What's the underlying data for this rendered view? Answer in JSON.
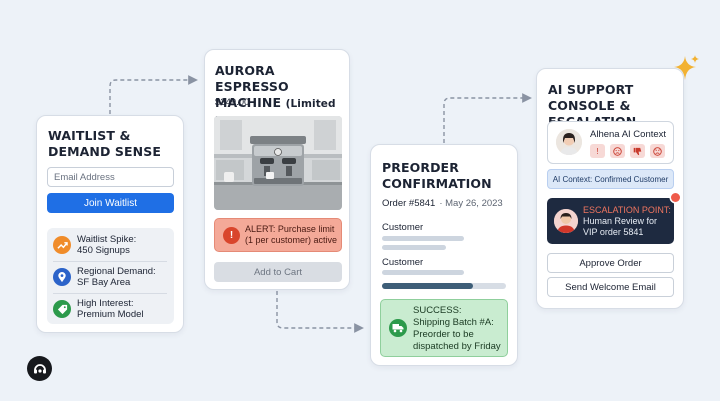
{
  "colors": {
    "background": "#edf2f8",
    "primary_button": "#1f6fe5",
    "alert_bg": "#f4a998",
    "success_bg": "#c9ecd0",
    "escalation_bg": "#1e2a40",
    "escalation_label": "#f0755f",
    "sparkle": "#f2b233"
  },
  "waitlist": {
    "title": "WAITLIST & DEMAND SENSE",
    "email_placeholder": "Email Address",
    "join_label": "Join Waitlist",
    "signals": [
      {
        "icon": "trend-up-icon",
        "color": "#f08c2a",
        "line1": "Waitlist Spike:",
        "line2": "450 Signups"
      },
      {
        "icon": "map-pin-icon",
        "color": "#2c63c9",
        "line1": "Regional Demand:",
        "line2": "SF Bay Area"
      },
      {
        "icon": "tag-icon",
        "color": "#2c9a4b",
        "line1": "High Interest:",
        "line2": "Premium Model"
      }
    ]
  },
  "product": {
    "title": "AURORA ESPRESSO MACHINE",
    "title_suffix": "(Limited Drop)",
    "price": "$249.00",
    "image_icon": "espresso-machine-photo",
    "alert_text_1": "ALERT: Purchase limit",
    "alert_text_2": "(1 per customer) active",
    "cart_label": "Add to Cart"
  },
  "preorder": {
    "title": "PREORDER CONFIRMATION",
    "order_number": "Order #5841",
    "order_date": "· May 26, 2023",
    "customer_label_1": "Customer",
    "customer_label_2": "Customer",
    "progress": 0.73,
    "success_lines": [
      "SUCCESS:",
      "Shipping Batch #A:",
      "Preorder to be",
      "dispatched by Friday"
    ]
  },
  "support": {
    "title": "AI SUPPORT CONSOLE & ESCALATION",
    "context_title": "Alhena AI Context",
    "reactions": [
      "exclamation-icon",
      "frown-icon",
      "thumbs-down-icon",
      "angry-face-icon"
    ],
    "context_pill": "AI Context: Confirmed Customer",
    "escalation_head": "ESCALATION POINT:",
    "escalation_line_1": "Human Review for",
    "escalation_line_2": "VIP order 5841",
    "approve_label": "Approve Order",
    "welcome_label": "Send Welcome Email"
  }
}
